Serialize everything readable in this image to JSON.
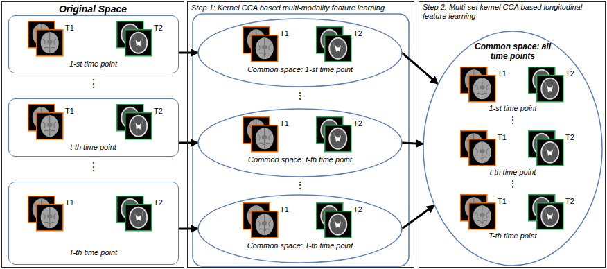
{
  "diagram": {
    "nodes": [
      {
        "text": [
          "Original Space"
        ]
      },
      {
        "text": [
          "1-st time point"
        ],
        "in": 0
      },
      {
        "text": [
          "t-th time point"
        ],
        "in": 0
      },
      {
        "text": [
          "T-th time point"
        ],
        "in": 0
      },
      {
        "text": [
          "Step 1: Kernel CCA based multi-modality feature learning"
        ]
      },
      {
        "text": [
          "Common space: 1-st time point"
        ],
        "in": 4
      },
      {
        "text": [
          "Common space: t-th time point"
        ],
        "in": 4
      },
      {
        "text": [
          "Common space: T-th time point"
        ],
        "in": 4
      },
      {
        "text": [
          "Step 2: Multi-set kernel CCA based longitudinal feature learning"
        ]
      },
      {
        "text": [
          "Common space: all time points",
          "1-st time point",
          "t-th time point",
          "T-th time point"
        ],
        "in": 8
      }
    ],
    "edges": [
      {
        "from": 1,
        "to": 5,
        "arrow": "to"
      },
      {
        "from": 2,
        "to": 6,
        "arrow": "to"
      },
      {
        "from": 3,
        "to": 7,
        "arrow": "to"
      },
      {
        "from": 5,
        "to": 9,
        "arrow": "to"
      },
      {
        "from": 6,
        "to": 9,
        "arrow": "to"
      },
      {
        "from": 7,
        "to": 9,
        "arrow": "to"
      }
    ],
    "labels": [
      "T1",
      "T2",
      "⋮",
      "T1",
      "T2",
      "⋮",
      "T1",
      "T2",
      "T1",
      "T2",
      "⋮",
      "T1",
      "T2",
      "⋮",
      "T1",
      "T2",
      "T1",
      "T2",
      "⋮",
      "T1",
      "T2",
      "⋮",
      "T1",
      "T2"
    ]
  }
}
